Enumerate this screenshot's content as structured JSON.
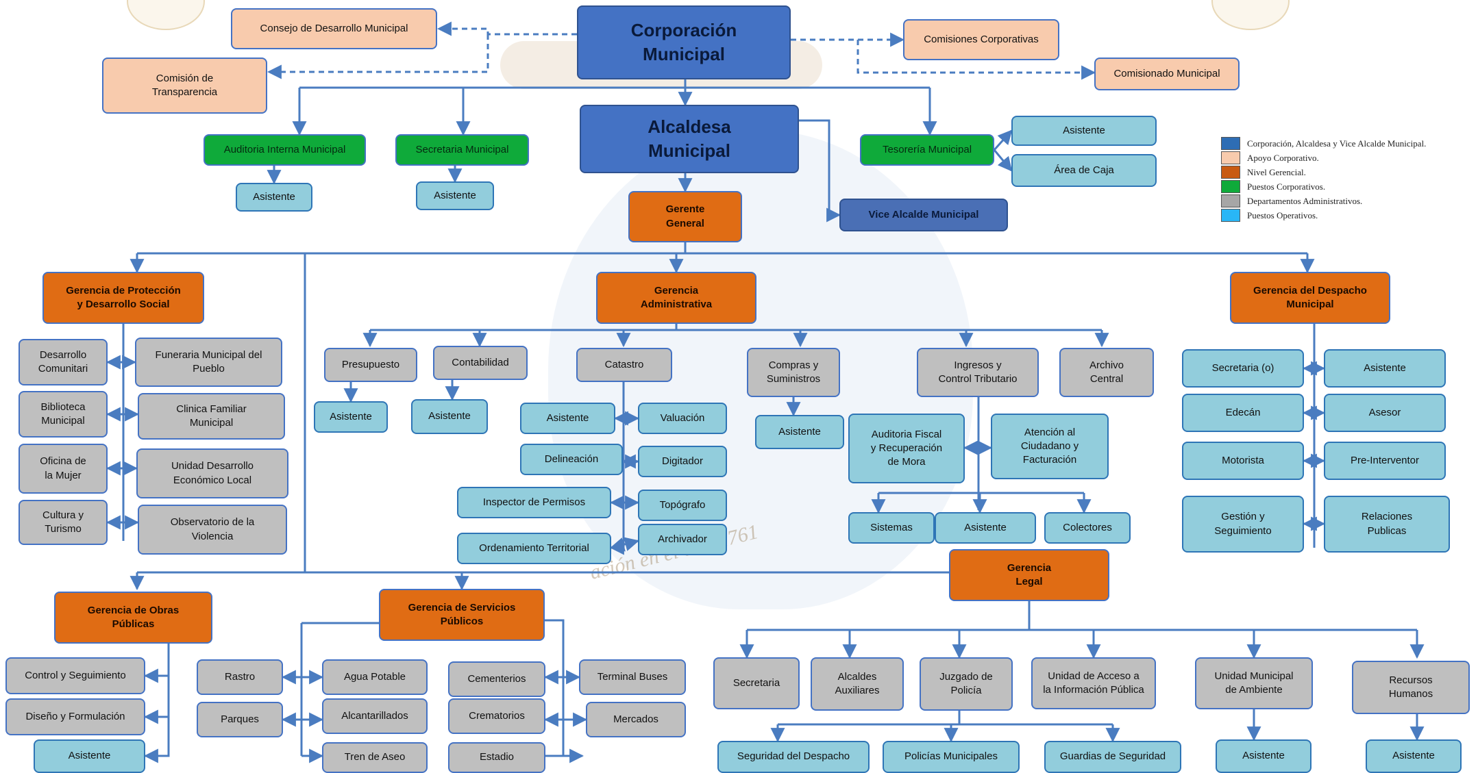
{
  "colors": {
    "corporacion": "#4472c4",
    "apoyo": "#f8cbad",
    "gerencial": "#e06c14",
    "puestos_corporativos": "#0faa3a",
    "administrativos": "#bfbfbf",
    "operativos": "#92cddc",
    "connector": "#4a7cc0"
  },
  "legend": [
    {
      "label": "Corporación, Alcaldesa y Vice Alcalde Municipal.",
      "color": "#2e6db4"
    },
    {
      "label": "Apoyo Corporativo.",
      "color": "#f8cbad"
    },
    {
      "label": "Nivel Gerencial.",
      "color": "#c85a12"
    },
    {
      "label": "Puestos Corporativos.",
      "color": "#0faa3a"
    },
    {
      "label": "Departamentos Administrativos.",
      "color": "#a6a6a6"
    },
    {
      "label": "Puestos Operativos.",
      "color": "#29b6f6"
    }
  ],
  "watermark_text": "ación en el año 1761",
  "nodes": [
    {
      "id": "corp",
      "label": "Corporación\nMunicipal",
      "type": "corp"
    },
    {
      "id": "alc",
      "label": "Alcaldesa\nMunicipal",
      "type": "corp"
    },
    {
      "id": "consejo",
      "label": "Consejo de Desarrollo Municipal",
      "type": "apoyo"
    },
    {
      "id": "transp",
      "label": "Comisión de\nTransparencia",
      "type": "apoyo"
    },
    {
      "id": "comcorp",
      "label": "Comisiones Corporativas",
      "type": "apoyo"
    },
    {
      "id": "comisionado",
      "label": "Comisionado Municipal",
      "type": "apoyo"
    },
    {
      "id": "audit",
      "label": "Auditoria Interna Municipal",
      "type": "puesto"
    },
    {
      "id": "secmun",
      "label": "Secretaria Municipal",
      "type": "puesto"
    },
    {
      "id": "tesor",
      "label": "Tesorería Municipal",
      "type": "puesto"
    },
    {
      "id": "asis_audit",
      "label": "Asistente",
      "type": "oper"
    },
    {
      "id": "asis_sec",
      "label": "Asistente",
      "type": "oper"
    },
    {
      "id": "asis_tes",
      "label": "Asistente",
      "type": "oper"
    },
    {
      "id": "caja",
      "label": "Área de Caja",
      "type": "oper"
    },
    {
      "id": "gerente",
      "label": "Gerente\nGeneral",
      "type": "ger"
    },
    {
      "id": "vice",
      "label": "Vice Alcalde Municipal",
      "type": "vice"
    },
    {
      "id": "ger_prot",
      "label": "Gerencia de Protección\ny Desarrollo Social",
      "type": "ger"
    },
    {
      "id": "ger_adm",
      "label": "Gerencia\nAdministrativa",
      "type": "ger"
    },
    {
      "id": "ger_desp",
      "label": "Gerencia del Despacho\nMunicipal",
      "type": "ger"
    },
    {
      "id": "des_com",
      "label": "Desarrollo\nComunitari",
      "type": "admin"
    },
    {
      "id": "funeraria",
      "label": "Funeraria Municipal del\nPueblo",
      "type": "admin"
    },
    {
      "id": "biblio",
      "label": "Biblioteca\nMunicipal",
      "type": "admin"
    },
    {
      "id": "clinica",
      "label": "Clinica Familiar\nMunicipal",
      "type": "admin"
    },
    {
      "id": "mujer",
      "label": "Oficina de\nla Mujer",
      "type": "admin"
    },
    {
      "id": "undel",
      "label": "Unidad Desarrollo\nEconómico Local",
      "type": "admin"
    },
    {
      "id": "cultura",
      "label": "Cultura y\nTurismo",
      "type": "admin"
    },
    {
      "id": "observ",
      "label": "Observatorio de la\nViolencia",
      "type": "admin"
    },
    {
      "id": "presup",
      "label": "Presupuesto",
      "type": "admin"
    },
    {
      "id": "contab",
      "label": "Contabilidad",
      "type": "admin"
    },
    {
      "id": "catastro",
      "label": "Catastro",
      "type": "admin"
    },
    {
      "id": "compras",
      "label": "Compras y\nSuministros",
      "type": "admin"
    },
    {
      "id": "ingresos",
      "label": "Ingresos y\nControl Tributario",
      "type": "admin"
    },
    {
      "id": "archivo",
      "label": "Archivo\nCentral",
      "type": "admin"
    },
    {
      "id": "asis_pres",
      "label": "Asistente",
      "type": "oper"
    },
    {
      "id": "asis_cont",
      "label": "Asistente",
      "type": "oper"
    },
    {
      "id": "asis_cat",
      "label": "Asistente",
      "type": "oper"
    },
    {
      "id": "valuacion",
      "label": "Valuación",
      "type": "oper"
    },
    {
      "id": "delineacion",
      "label": "Delineación",
      "type": "oper"
    },
    {
      "id": "digitador",
      "label": "Digitador",
      "type": "oper"
    },
    {
      "id": "inspector",
      "label": "Inspector de Permisos",
      "type": "oper"
    },
    {
      "id": "topografo",
      "label": "Topógrafo",
      "type": "oper"
    },
    {
      "id": "ordenamiento",
      "label": "Ordenamiento Territorial",
      "type": "oper"
    },
    {
      "id": "archivador",
      "label": "Archivador",
      "type": "oper"
    },
    {
      "id": "asis_comp",
      "label": "Asistente",
      "type": "oper"
    },
    {
      "id": "auditfiscal",
      "label": "Auditoria Fiscal\ny Recuperación\nde Mora",
      "type": "oper"
    },
    {
      "id": "atencion",
      "label": "Atención al\nCiudadano y\nFacturación",
      "type": "oper"
    },
    {
      "id": "sistemas",
      "label": "Sistemas",
      "type": "oper"
    },
    {
      "id": "asis_ing",
      "label": "Asistente",
      "type": "oper"
    },
    {
      "id": "colectores",
      "label": "Colectores",
      "type": "oper"
    },
    {
      "id": "secre_desp",
      "label": "Secretaria (o)",
      "type": "oper"
    },
    {
      "id": "asis_desp",
      "label": "Asistente",
      "type": "oper"
    },
    {
      "id": "edecan",
      "label": "Edecán",
      "type": "oper"
    },
    {
      "id": "asesor",
      "label": "Asesor",
      "type": "oper"
    },
    {
      "id": "motorista",
      "label": "Motorista",
      "type": "oper"
    },
    {
      "id": "preint",
      "label": "Pre-Interventor",
      "type": "oper"
    },
    {
      "id": "gestion",
      "label": "Gestión y\nSeguimiento",
      "type": "oper"
    },
    {
      "id": "relaciones",
      "label": "Relaciones\nPublicas",
      "type": "oper"
    },
    {
      "id": "ger_obras",
      "label": "Gerencia de Obras\nPúblicas",
      "type": "ger"
    },
    {
      "id": "ger_serv",
      "label": "Gerencia de Servicios\nPúblicos",
      "type": "ger"
    },
    {
      "id": "ger_legal",
      "label": "Gerencia\nLegal",
      "type": "ger"
    },
    {
      "id": "control",
      "label": "Control y Seguimiento",
      "type": "admin"
    },
    {
      "id": "diseno",
      "label": "Diseño y Formulación",
      "type": "admin"
    },
    {
      "id": "asis_obras",
      "label": "Asistente",
      "type": "oper"
    },
    {
      "id": "rastro",
      "label": "Rastro",
      "type": "admin"
    },
    {
      "id": "parques",
      "label": "Parques",
      "type": "admin"
    },
    {
      "id": "agua",
      "label": "Agua Potable",
      "type": "admin"
    },
    {
      "id": "alcant",
      "label": "Alcantarillados",
      "type": "admin"
    },
    {
      "id": "tren",
      "label": "Tren de Aseo",
      "type": "admin"
    },
    {
      "id": "cement",
      "label": "Cementerios",
      "type": "admin"
    },
    {
      "id": "cremat",
      "label": "Crematorios",
      "type": "admin"
    },
    {
      "id": "estadio",
      "label": "Estadio",
      "type": "admin"
    },
    {
      "id": "terminal",
      "label": "Terminal Buses",
      "type": "admin"
    },
    {
      "id": "mercados",
      "label": "Mercados",
      "type": "admin"
    },
    {
      "id": "secre_legal",
      "label": "Secretaria",
      "type": "admin"
    },
    {
      "id": "alcaldes",
      "label": "Alcaldes\nAuxiliares",
      "type": "admin"
    },
    {
      "id": "juzgado",
      "label": "Juzgado de\nPolicía",
      "type": "admin"
    },
    {
      "id": "acceso",
      "label": "Unidad de Acceso a\nla Información Pública",
      "type": "admin"
    },
    {
      "id": "ambiente",
      "label": "Unidad Municipal\nde Ambiente",
      "type": "admin"
    },
    {
      "id": "rrhh",
      "label": "Recursos\nHumanos",
      "type": "admin"
    },
    {
      "id": "seg_desp",
      "label": "Seguridad del Despacho",
      "type": "oper"
    },
    {
      "id": "policias",
      "label": "Policías Municipales",
      "type": "oper"
    },
    {
      "id": "guardias",
      "label": "Guardias de Seguridad",
      "type": "oper"
    },
    {
      "id": "asis_amb",
      "label": "Asistente",
      "type": "oper"
    },
    {
      "id": "asis_rrhh",
      "label": "Asistente",
      "type": "oper"
    }
  ]
}
